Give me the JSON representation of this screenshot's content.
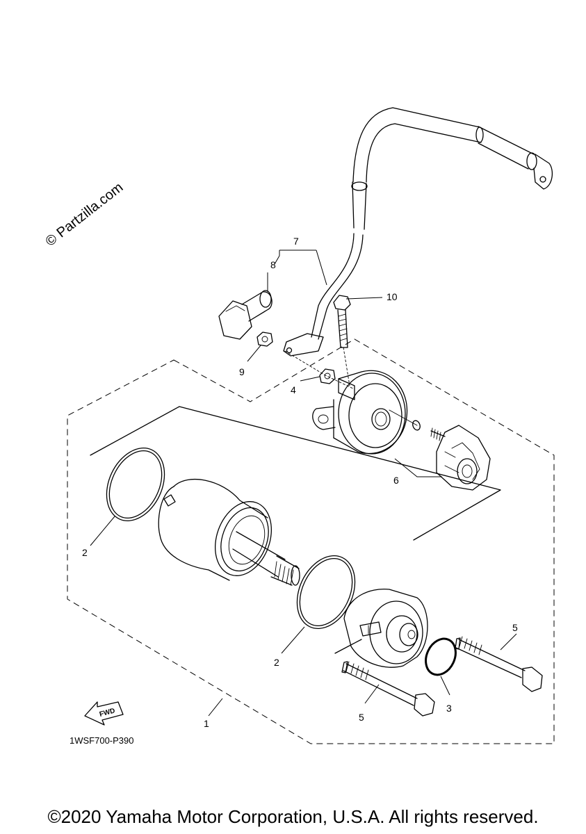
{
  "watermark": "© Partzilla.com",
  "diagram_code": "1WSF700-P390",
  "fwd_label": "FWD",
  "copyright": "©2020 Yamaha Motor Corporation, U.S.A. All rights reserved.",
  "callouts": {
    "c1": "1",
    "c2a": "2",
    "c2b": "2",
    "c3": "3",
    "c4": "4",
    "c5a": "5",
    "c5b": "5",
    "c6": "6",
    "c7": "7",
    "c8": "8",
    "c9": "9",
    "c10": "10"
  }
}
